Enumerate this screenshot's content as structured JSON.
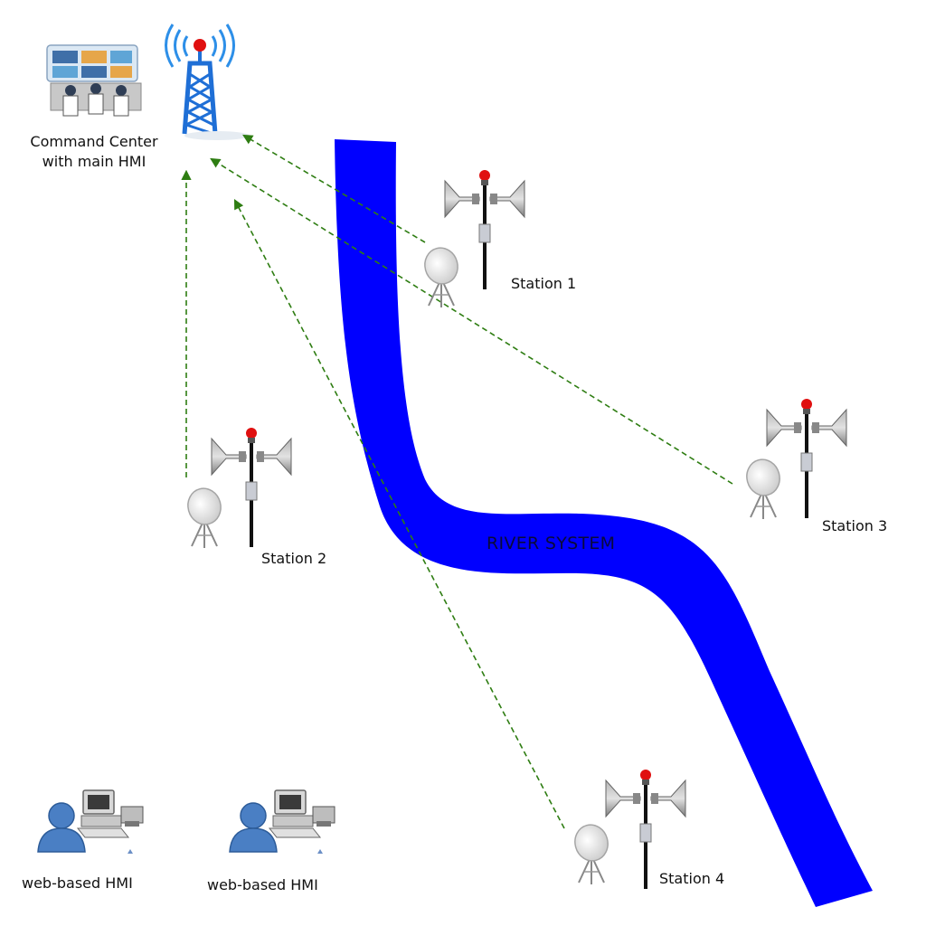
{
  "command_center": {
    "label_line1": "Command Center",
    "label_line2": "with main HMI"
  },
  "river": {
    "label": "RIVER SYSTEM",
    "color": "#0000ff"
  },
  "stations": [
    {
      "label": "Station 1"
    },
    {
      "label": "Station 2"
    },
    {
      "label": "Station 3"
    },
    {
      "label": "Station 4"
    }
  ],
  "clients": [
    {
      "label": "web-based HMI"
    },
    {
      "label": "web-based HMI"
    }
  ],
  "colors": {
    "link_line": "#2e7d12",
    "tower": "#1f6fd6",
    "signal_waves": "#2d8fe8",
    "beacon": "#e01010",
    "siren_gray": "#8d8d8d",
    "user_blue": "#4a7fc4"
  },
  "icons": {
    "command_center": "control-room-icon",
    "tower": "radio-tower-icon",
    "station_siren": "siren-horn-icon",
    "station_dish": "satellite-dish-icon",
    "client": "user-computer-icon"
  }
}
